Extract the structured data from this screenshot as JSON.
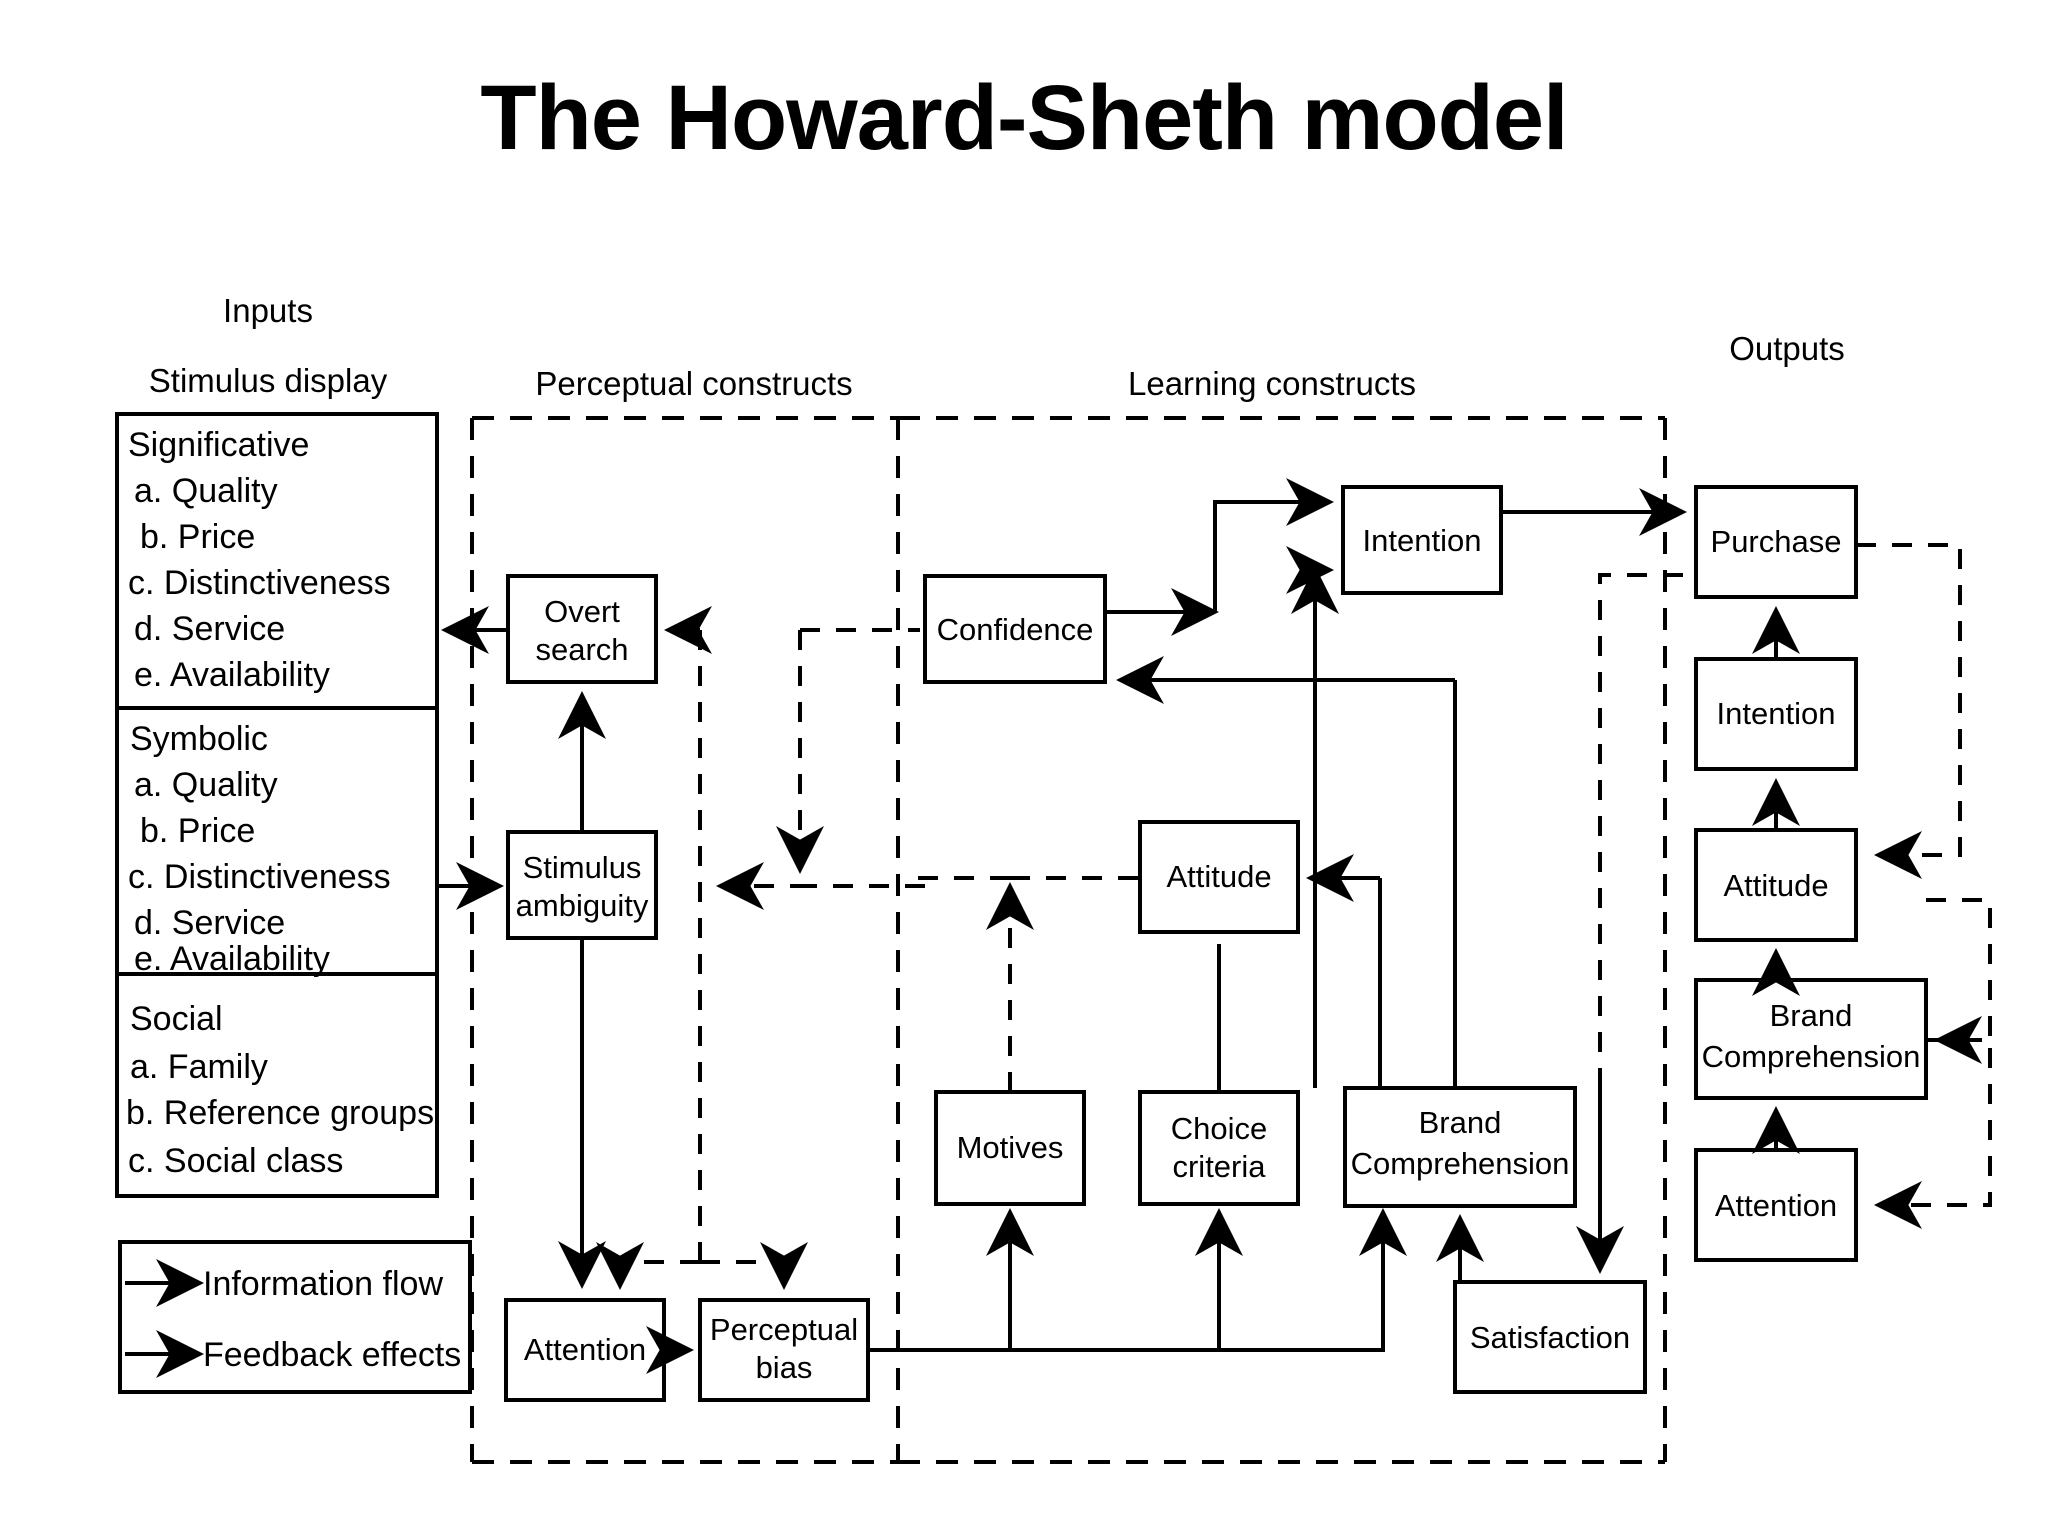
{
  "title": "The Howard-Sheth model",
  "columns": {
    "inputs": "Inputs",
    "stimulus_display": "Stimulus display",
    "perceptual": "Perceptual constructs",
    "learning": "Learning constructs",
    "outputs": "Outputs"
  },
  "stimulus_display": {
    "groups": [
      {
        "heading": "Significative",
        "items": [
          "a. Quality",
          "b. Price",
          "c. Distinctiveness",
          "d. Service",
          "e. Availability"
        ]
      },
      {
        "heading": "Symbolic",
        "items": [
          "a. Quality",
          "b. Price",
          "c. Distinctiveness",
          "d. Service",
          "e. Availability"
        ]
      },
      {
        "heading": "Social",
        "items": [
          "a. Family",
          "b. Reference groups",
          "c. Social class"
        ]
      }
    ]
  },
  "legend": {
    "items": [
      {
        "label": "Information flow",
        "style": "solid-arrow"
      },
      {
        "label": "Feedback effects",
        "style": "dashed-arrow"
      }
    ]
  },
  "perceptual_constructs": {
    "boxes": [
      {
        "id": "overt-search",
        "lines": [
          "Overt",
          "search"
        ]
      },
      {
        "id": "stimulus-ambiguity",
        "lines": [
          "Stimulus",
          "ambiguity"
        ]
      },
      {
        "id": "attention",
        "lines": [
          "Attention"
        ]
      },
      {
        "id": "perceptual-bias",
        "lines": [
          "Perceptual",
          "bias"
        ]
      }
    ]
  },
  "learning_constructs": {
    "boxes": [
      {
        "id": "confidence",
        "lines": [
          "Confidence"
        ]
      },
      {
        "id": "intention",
        "lines": [
          "Intention"
        ]
      },
      {
        "id": "attitude",
        "lines": [
          "Attitude"
        ]
      },
      {
        "id": "motives",
        "lines": [
          "Motives"
        ]
      },
      {
        "id": "choice-criteria",
        "lines": [
          "Choice",
          "criteria"
        ]
      },
      {
        "id": "brand-comprehension",
        "lines": [
          "Brand",
          "Comprehension"
        ]
      },
      {
        "id": "satisfaction",
        "lines": [
          "Satisfaction"
        ]
      }
    ]
  },
  "outputs": {
    "boxes": [
      {
        "id": "purchase",
        "lines": [
          "Purchase"
        ]
      },
      {
        "id": "intention",
        "lines": [
          "Intention"
        ]
      },
      {
        "id": "attitude",
        "lines": [
          "Attitude"
        ]
      },
      {
        "id": "brand-comprehension",
        "lines": [
          "Brand",
          "Comprehension"
        ]
      },
      {
        "id": "attention",
        "lines": [
          "Attention"
        ]
      }
    ]
  },
  "colors": {
    "ink": "#000000",
    "paper": "#ffffff"
  }
}
